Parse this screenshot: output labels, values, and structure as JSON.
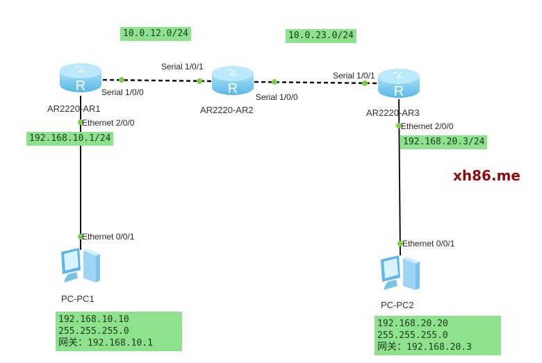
{
  "networks": {
    "net12": "10.0.12.0/24",
    "net23": "10.0.23.0/24"
  },
  "routers": [
    {
      "name": "AR2220-AR1",
      "icon": "router-icon"
    },
    {
      "name": "AR2220-AR2",
      "icon": "router-icon"
    },
    {
      "name": "AR2220-AR3",
      "icon": "router-icon"
    }
  ],
  "pcs": [
    {
      "name": "PC-PC1",
      "icon": "pc-icon",
      "ip": "192.168.10.10",
      "mask": "255.255.255.0",
      "gateway_label": "网关：",
      "gateway": "192.168.10.1"
    },
    {
      "name": "PC-PC2",
      "icon": "pc-icon",
      "ip": "192.168.20.20",
      "mask": "255.255.255.0",
      "gateway_label": "网关：",
      "gateway": "192.168.20.3"
    }
  ],
  "interfaces": {
    "ar1_s100": "Serial 1/0/0",
    "ar2_s101": "Serial 1/0/1",
    "ar2_s100": "Serial 1/0/0",
    "ar3_s101": "Serial 1/0/1",
    "ar1_e200": "Ethernet 2/0/0",
    "ar3_e200": "Ethernet 2/0/0",
    "pc1_e001": "Ethernet 0/0/1",
    "pc2_e001": "Ethernet 0/0/1"
  },
  "ip_labels": {
    "ar1_lan": "192.168.10.1/24",
    "ar3_lan": "192.168.20.3/24"
  },
  "watermark": "xh86.me",
  "colors": {
    "label_bg": "#8ee28e",
    "port_dot": "#7ccc4a",
    "watermark": "#8b0d0d"
  }
}
